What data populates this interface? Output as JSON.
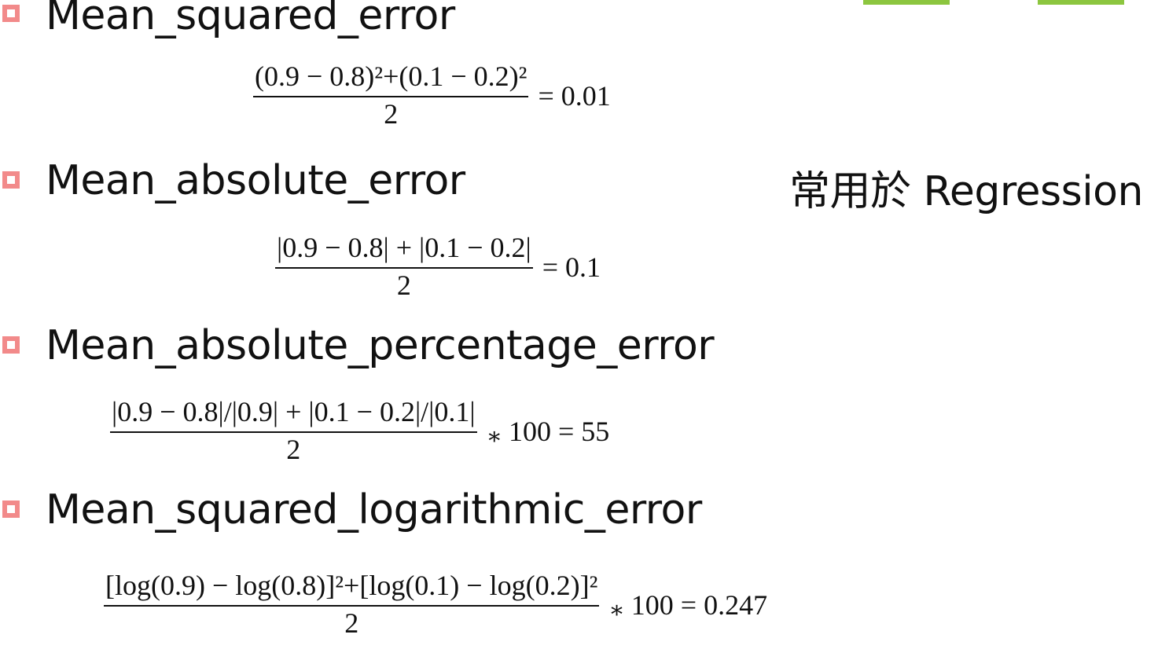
{
  "colors": {
    "accent_green": "#8cc63f",
    "bullet_pink": "#f28a8a",
    "text": "#111111",
    "background": "#ffffff"
  },
  "sections": [
    {
      "heading": "Mean_squared_error",
      "numerator": "(0.9 − 0.8)²+(0.1 − 0.2)²",
      "denominator": "2",
      "multiplier": "",
      "result": "= 0.01"
    },
    {
      "heading": "Mean_absolute_error",
      "numerator": "|0.9 − 0.8| + |0.1 − 0.2|",
      "denominator": "2",
      "multiplier": "",
      "result": "= 0.1"
    },
    {
      "heading": "Mean_absolute_percentage_error",
      "numerator": "|0.9 − 0.8|/|0.9| + |0.1 − 0.2|/|0.1|",
      "denominator": "2",
      "multiplier": "∗",
      "result": "100 = 55"
    },
    {
      "heading": "Mean_squared_logarithmic_error",
      "numerator": "[log(0.9) − log(0.8)]²+[log(0.1) − log(0.2)]²",
      "denominator": "2",
      "multiplier": "∗",
      "result": "100 = 0.247"
    }
  ],
  "side_note": "常用於 Regression"
}
